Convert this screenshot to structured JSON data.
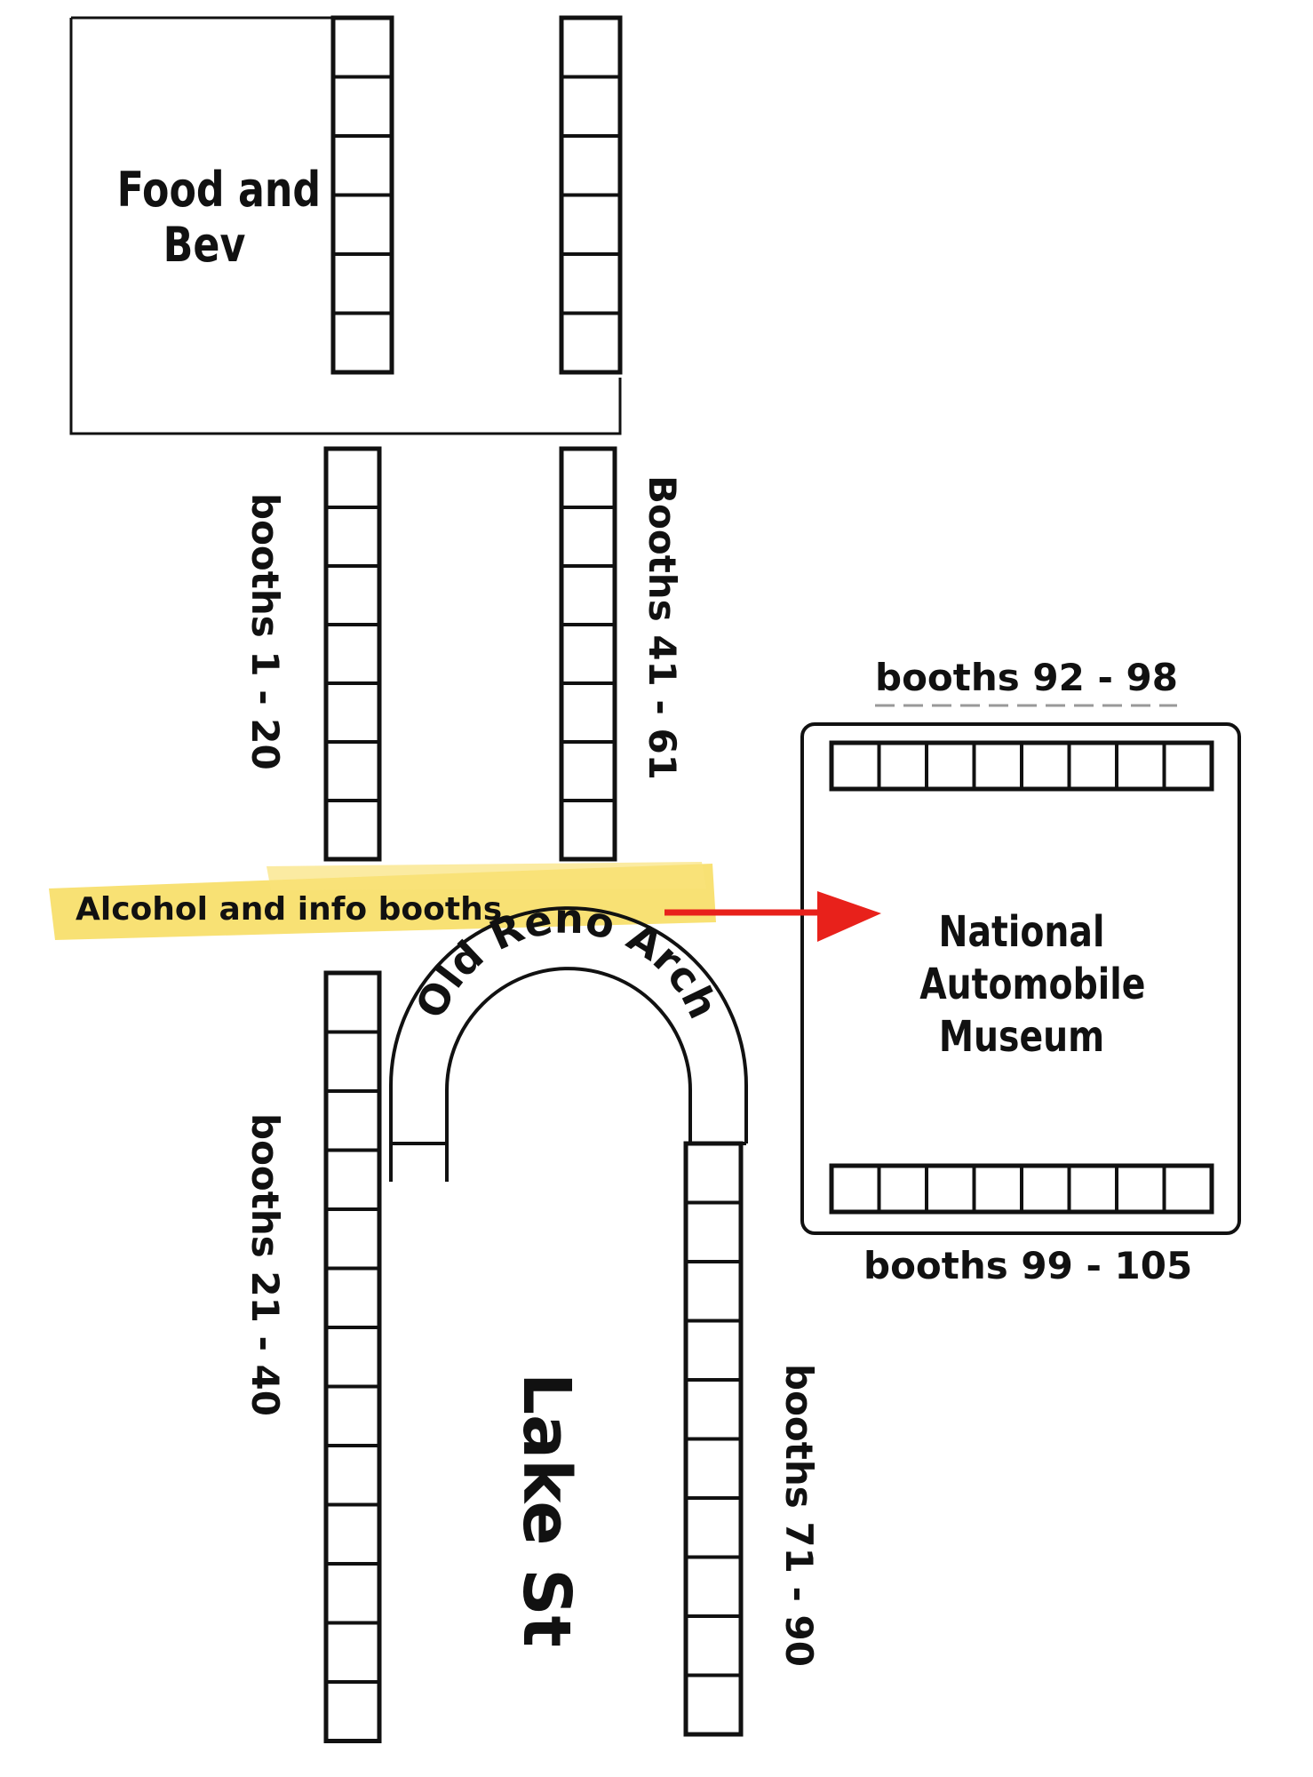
{
  "labels": {
    "food_bev": [
      "Food and",
      "Bev"
    ],
    "booths_1_20": "booths 1 - 20",
    "booths_41_61": "Booths 41 - 61",
    "booths_92_98": "booths 92 - 98",
    "booths_99_105": "booths 99 - 105",
    "booths_21_40": "booths 21 - 40",
    "booths_71_90": "booths 71 - 90",
    "alcohol_info": "Alcohol and info booths",
    "arch": "Old Reno Arch",
    "street": "Lake St",
    "museum": [
      "National",
      "Automobile",
      "Museum"
    ]
  },
  "colors": {
    "highlight": "#f7dc5c",
    "arrow": "#e8211b",
    "ink": "#111111"
  }
}
